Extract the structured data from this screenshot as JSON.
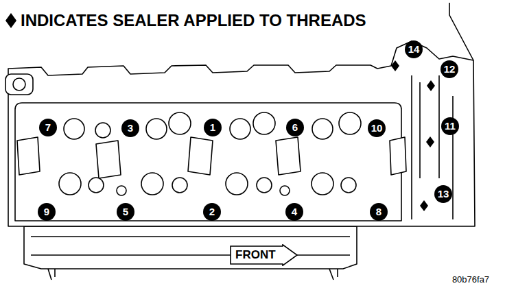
{
  "diagram": {
    "nodes": [
      {
        "text": [
          "FRONT"
        ]
      }
    ],
    "labels": [
      "14",
      "12",
      "7",
      "3",
      "1",
      "6",
      "10",
      "11",
      "13",
      "9",
      "5",
      "2",
      "4",
      "8",
      "80b76fa7"
    ],
    "legend": [
      {
        "text": "INDICATES SEALER APPLIED TO THREADS"
      }
    ]
  }
}
